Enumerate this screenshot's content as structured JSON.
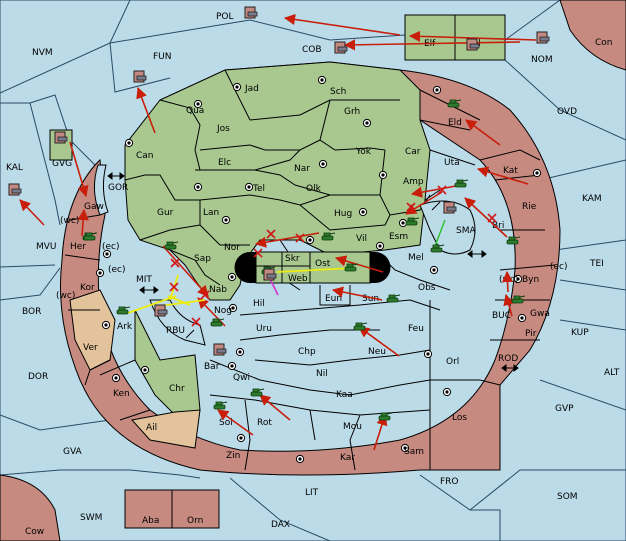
{
  "title": "Diplomacy map",
  "colors": {
    "sea": "#bcdbe8",
    "green": "#a8c890",
    "red": "#c68a80",
    "tan": "#e2c39c",
    "move": "#c81e0a",
    "support": "#ecec10",
    "convoy": "#d040d0",
    "retreat": "#30c030"
  },
  "labels": {
    "POL": "POL",
    "NVM": "NVM",
    "FUN": "FUN",
    "COB": "COB",
    "Elf": "Elf",
    "Hel": "Hel",
    "NOM": "NOM",
    "Con": "Con",
    "OVD": "OVD",
    "KAL": "KAL",
    "GVG": "GVG",
    "GOR": "GOR",
    "Gaw": "Gaw",
    "MVU": "MVU",
    "Her": "Her",
    "wc1": "(wc)",
    "ec1": "(ec)",
    "Jad": "Jad",
    "Sch": "Sch",
    "Qua": "Qua",
    "Jos": "Jos",
    "Grh": "Grh",
    "Can": "Can",
    "Elc": "Elc",
    "Yok": "Yok",
    "Car": "Car",
    "Nar": "Nar",
    "Tel": "Tel",
    "Olk": "Olk",
    "Gur": "Gur",
    "Lan": "Lan",
    "Hug": "Hug",
    "Eld": "Eld",
    "Uta": "Uta",
    "Kat": "Kat",
    "KAM": "KAM",
    "Amp": "Amp",
    "Rie": "Rie",
    "Esm": "Esm",
    "Vil": "Vil",
    "Nor": "Nor",
    "Sap": "Sap",
    "Skr": "Skr",
    "Ost": "Ost",
    "Web": "Web",
    "Mel": "Mel",
    "SMA": "SMA",
    "Bri": "Bri",
    "TEI": "TEI",
    "Kor": "Kor",
    "ec2": "(ec)",
    "wc2": "(wc)",
    "MIT": "MIT",
    "Nab": "Nab",
    "Hil": "Hil",
    "Eun": "Eun",
    "Sun": "Sun",
    "Obs": "Obs",
    "Byn": "Byn",
    "wc3": "(wc)",
    "ec3": "(ec)",
    "BOR": "BOR",
    "Ark": "Ark",
    "RBU": "RBU",
    "Nog": "Nog",
    "Uru": "Uru",
    "Feu": "Feu",
    "Gwa": "Gwa",
    "KUP": "KUP",
    "BUC": "BUC",
    "Pir": "Pir",
    "Ver": "Ver",
    "Bar": "Bar",
    "Chp": "Chp",
    "Neu": "Neu",
    "Orl": "Orl",
    "DOR": "DOR",
    "Qwi": "Qwi",
    "Nil": "Nil",
    "ROD": "ROD",
    "ALT": "ALT",
    "Ken": "Ken",
    "Chr": "Chr",
    "Kaa": "Kaa",
    "GVP": "GVP",
    "Sol": "Sol",
    "Rot": "Rot",
    "Los": "Los",
    "Ail": "Ail",
    "Mou": "Mou",
    "GVA": "GVA",
    "Zin": "Zin",
    "Kar": "Kar",
    "Sam": "Sam",
    "FRO": "FRO",
    "LIT": "LIT",
    "SOM": "SOM",
    "Aba": "Aba",
    "Orn": "Orn",
    "SWM": "SWM",
    "DAX": "DAX",
    "Cow": "Cow"
  }
}
